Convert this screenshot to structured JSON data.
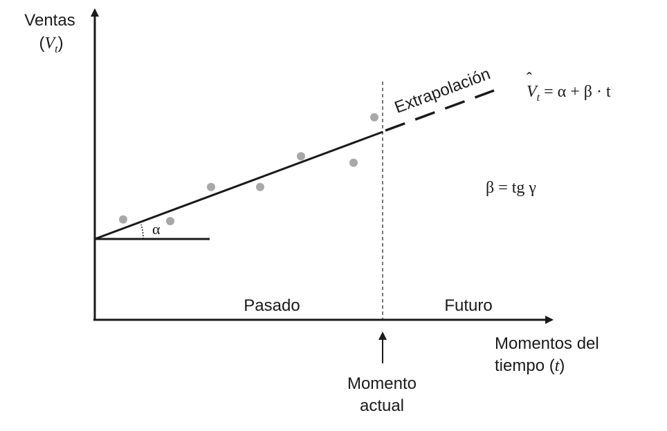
{
  "y_axis": {
    "label_line1": "Ventas",
    "label_line2_open": "(",
    "label_line2_var": "V",
    "label_line2_sub": "t",
    "label_line2_close": ")"
  },
  "x_axis": {
    "label_line1": "Momentos del",
    "label_line2_text": "tiempo (",
    "label_line2_var": "t",
    "label_line2_close": ")"
  },
  "regions": {
    "past": "Pasado",
    "future": "Futuro"
  },
  "current_moment": {
    "line1": "Momento",
    "line2": "actual"
  },
  "trend": {
    "extrapolation_label": "Extrapolación",
    "angle_label": "α"
  },
  "formulas": {
    "regression": {
      "lhs_var": "V",
      "lhs_sub": "t",
      "rhs": " = α + β · t"
    },
    "slope": {
      "text": "β = tg γ"
    }
  },
  "colors": {
    "ink": "#1a1a1a",
    "points": "#a8a8a8"
  },
  "chart_data": {
    "type": "scatter",
    "note_points": [
      {
        "x": 1,
        "y": 1.2
      },
      {
        "x": 2,
        "y": 1.1
      },
      {
        "x": 3,
        "y": 3.2
      },
      {
        "x": 4,
        "y": 3.2
      },
      {
        "x": 5,
        "y": 5.1
      },
      {
        "x": 6,
        "y": 4.7
      },
      {
        "x": 7,
        "y": 7.5
      }
    ]
  }
}
